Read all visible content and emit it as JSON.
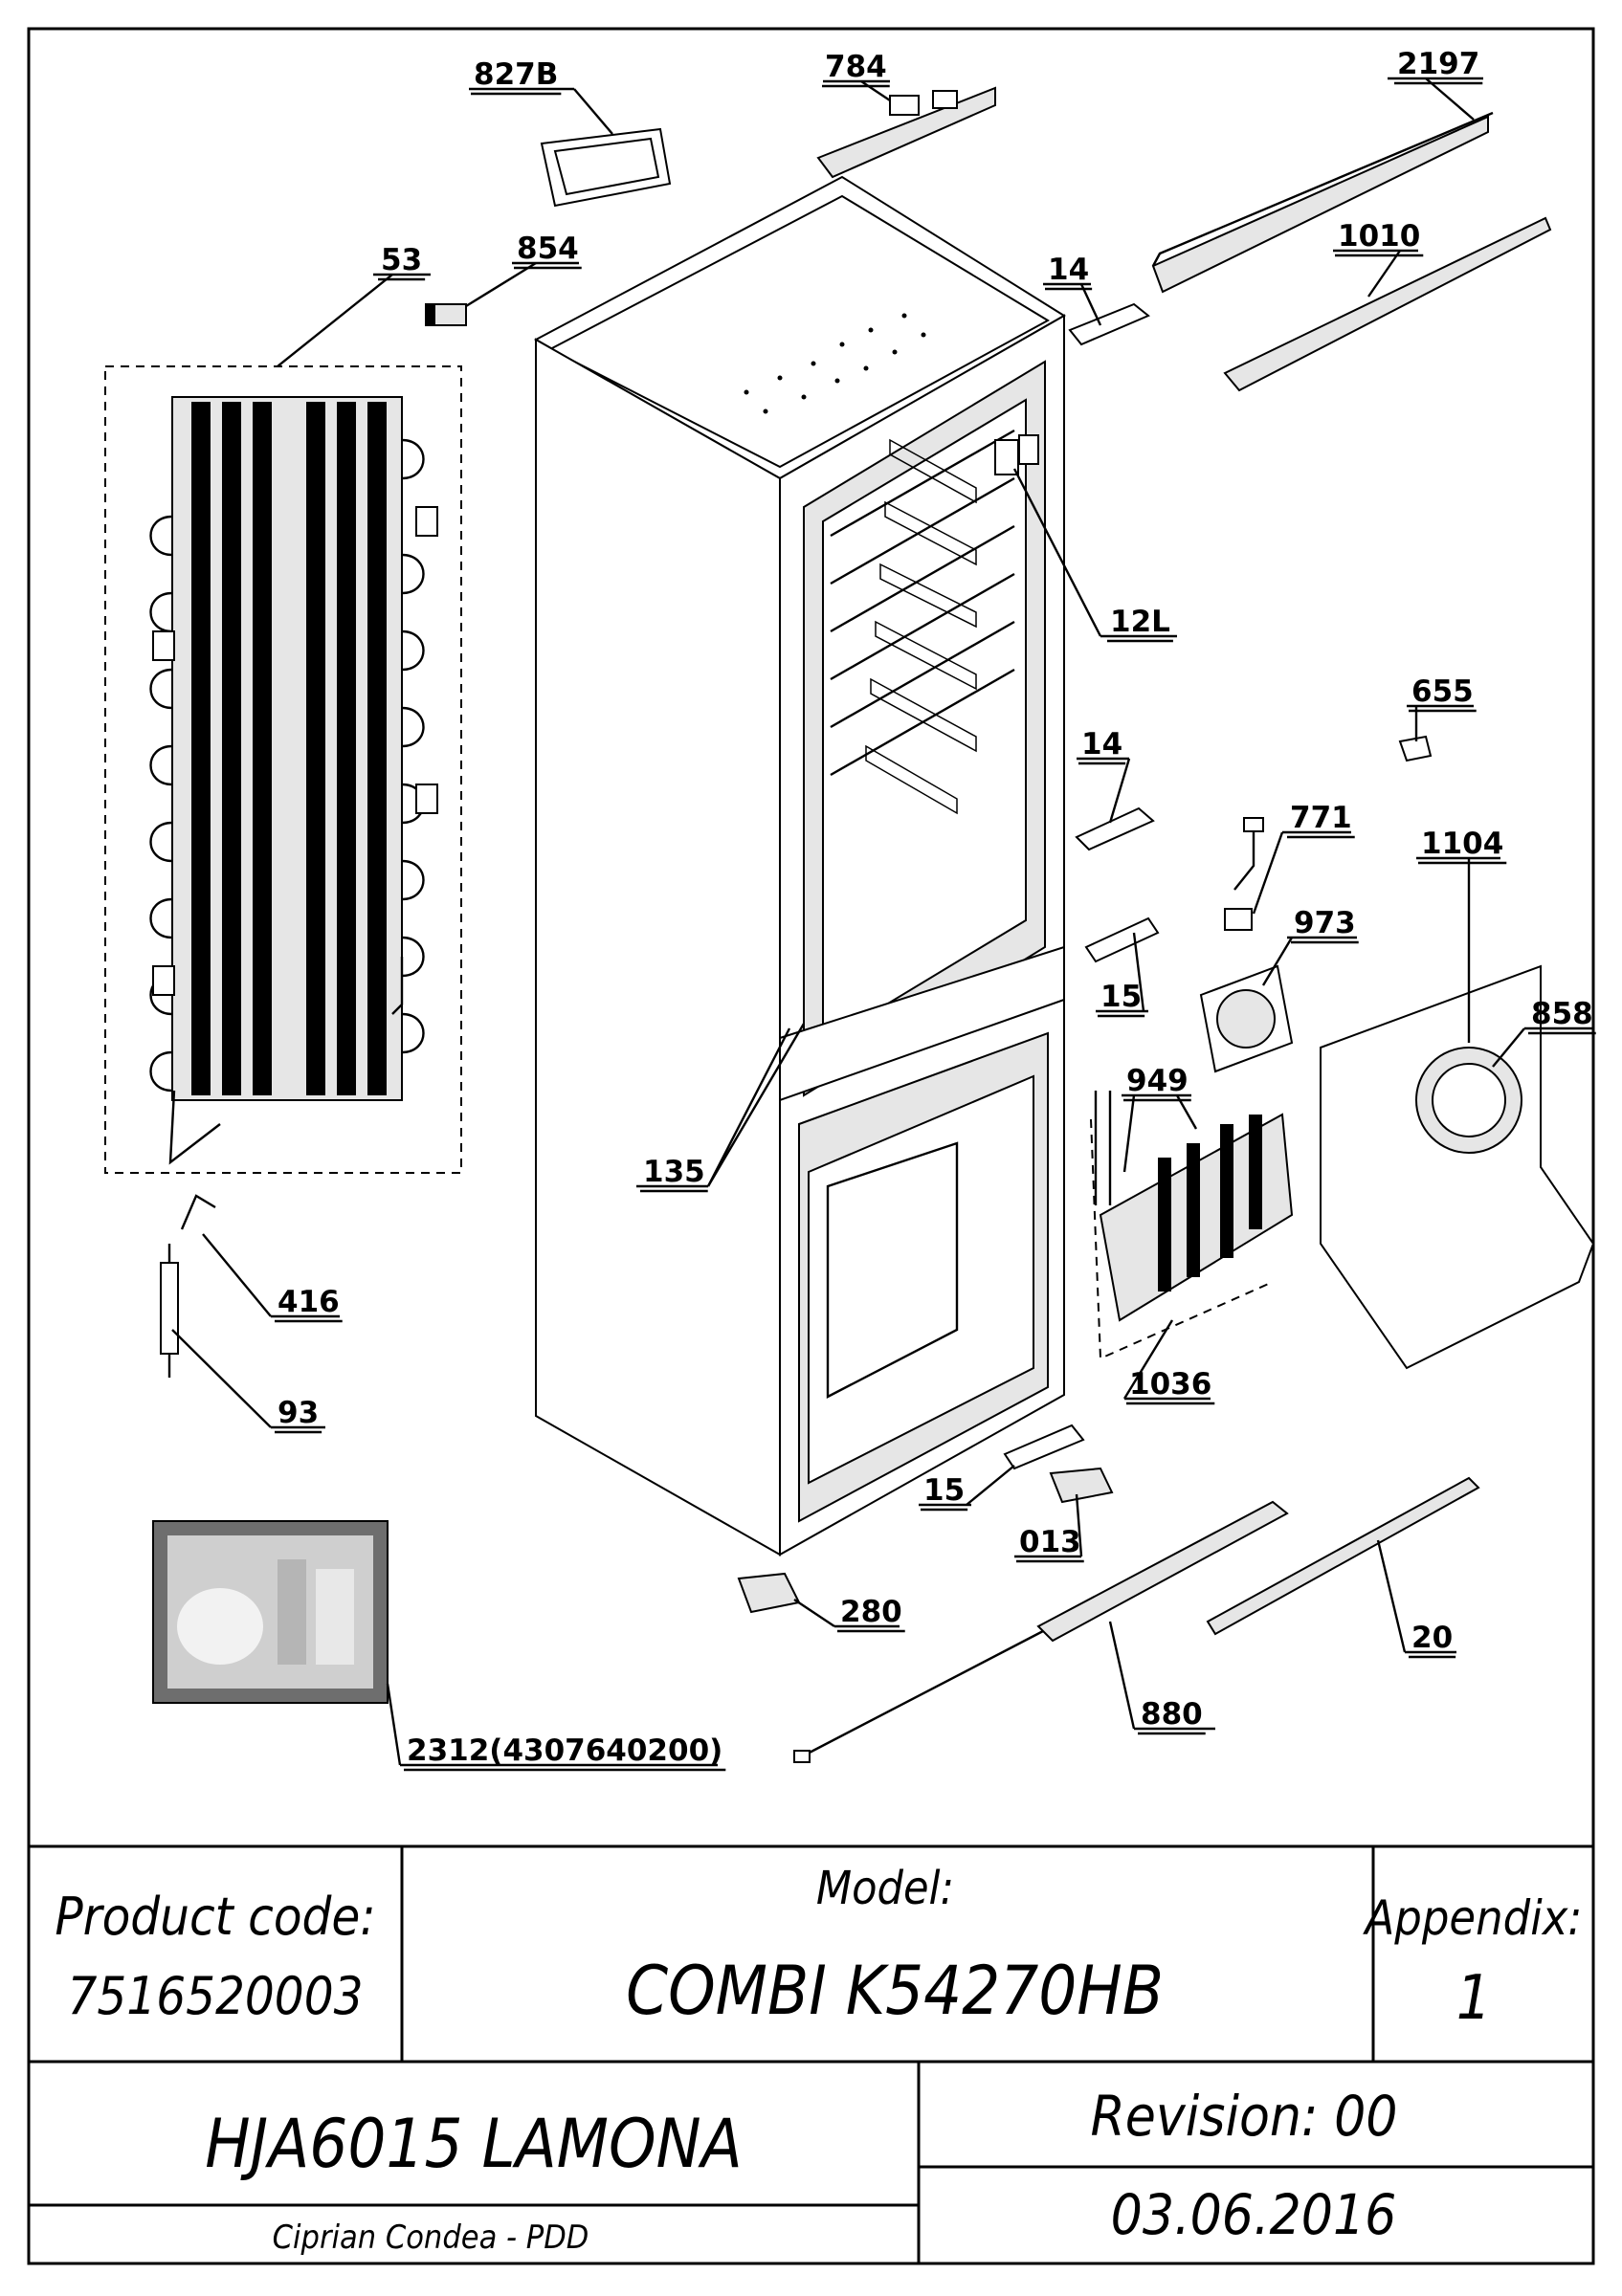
{
  "parts": [
    {
      "id": "p827B",
      "label": "827B"
    },
    {
      "id": "p784",
      "label": "784"
    },
    {
      "id": "p2197",
      "label": "2197"
    },
    {
      "id": "p53",
      "label": "53"
    },
    {
      "id": "p854",
      "label": "854"
    },
    {
      "id": "p14a",
      "label": "14"
    },
    {
      "id": "p1010",
      "label": "1010"
    },
    {
      "id": "p12L",
      "label": "12L"
    },
    {
      "id": "p655",
      "label": "655"
    },
    {
      "id": "p14b",
      "label": "14"
    },
    {
      "id": "p771",
      "label": "771"
    },
    {
      "id": "p1104",
      "label": "1104"
    },
    {
      "id": "p973",
      "label": "973"
    },
    {
      "id": "p858",
      "label": "858"
    },
    {
      "id": "p15a",
      "label": "15"
    },
    {
      "id": "p949",
      "label": "949"
    },
    {
      "id": "p135",
      "label": "135"
    },
    {
      "id": "p416",
      "label": "416"
    },
    {
      "id": "p93",
      "label": "93"
    },
    {
      "id": "p1036",
      "label": "1036"
    },
    {
      "id": "p15b",
      "label": "15"
    },
    {
      "id": "p013",
      "label": "013"
    },
    {
      "id": "p280",
      "label": "280"
    },
    {
      "id": "p20",
      "label": "20"
    },
    {
      "id": "p880",
      "label": "880"
    },
    {
      "id": "p2312",
      "label": "2312(4307640200)"
    }
  ],
  "title_block": {
    "product_code_label": "Product code:",
    "product_code_value": "7516520003",
    "model_label": "Model:",
    "model_value": "COMBI K54270HB",
    "appendix_label": "Appendix:",
    "appendix_value": "1",
    "name": "HJA6015 LAMONA",
    "revision": "Revision: 00",
    "author": "Ciprian Condea - PDD",
    "date": "03.06.2016"
  }
}
